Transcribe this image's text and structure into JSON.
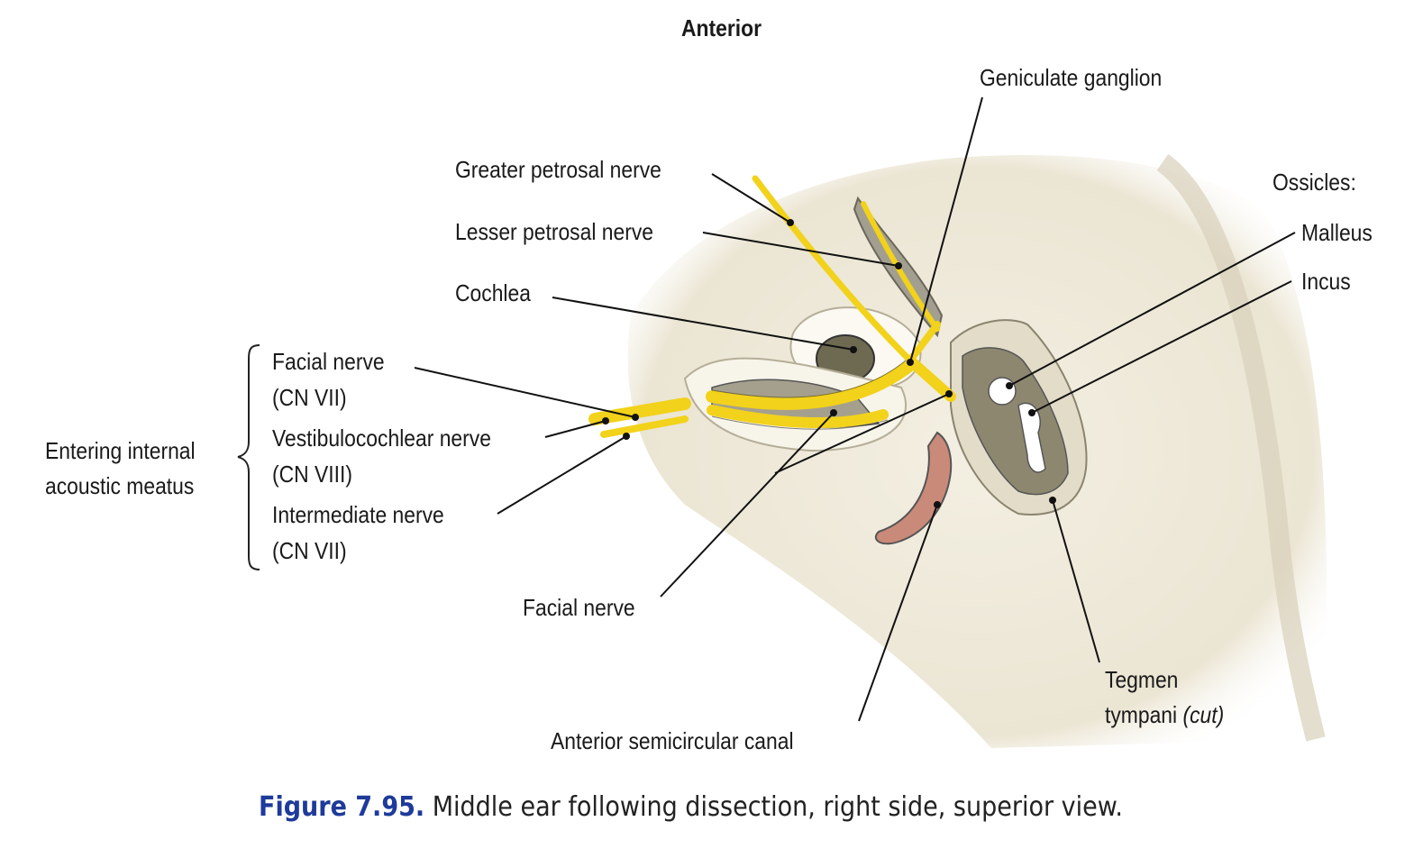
{
  "orientation_label": "Anterior",
  "labels": {
    "geniculate_ganglion": "Geniculate ganglion",
    "greater_petrosal_nerve": "Greater petrosal nerve",
    "lesser_petrosal_nerve": "Lesser petrosal nerve",
    "cochlea": "Cochlea",
    "facial_nerve_top": "Facial nerve",
    "facial_nerve_top_cn": "(CN VII)",
    "vestibulocochlear_nerve": "Vestibulocochlear nerve",
    "vestibulocochlear_cn": "(CN VIII)",
    "intermediate_nerve": "Intermediate nerve",
    "intermediate_cn": "(CN VII)",
    "entering_line1": "Entering internal",
    "entering_line2": "acoustic meatus",
    "facial_nerve_bottom": "Facial nerve",
    "anterior_semicircular_canal": "Anterior semicircular canal",
    "ossicles": "Ossicles:",
    "malleus": "Malleus",
    "incus": "Incus",
    "tegmen_line1": "Tegmen",
    "tegmen_line2": "tympani",
    "tegmen_cut": "(cut)"
  },
  "caption": {
    "number": "Figure 7.95.",
    "text": " Middle ear following dissection, right side, superior view."
  },
  "colors": {
    "nerve": "#f2d21a",
    "bone": "#efeadb",
    "canal": "#c98a7a",
    "caption_accent": "#1e3a9a"
  }
}
